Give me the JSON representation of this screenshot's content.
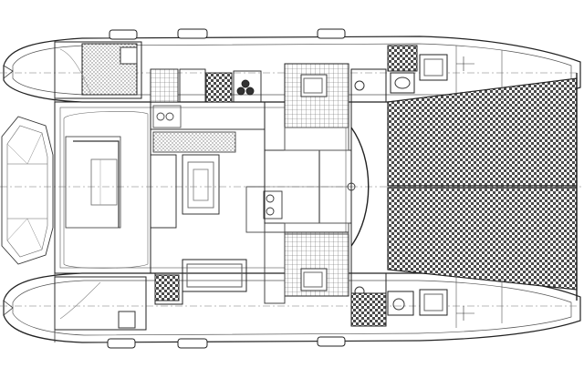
{
  "drawing": {
    "line_color": "#222222",
    "light_line_color": "#6b6b6b",
    "hatch_color": "#555555",
    "paper_color": "#ffffff",
    "rooms": [
      {
        "id": "aft-cabin-port"
      },
      {
        "id": "forward-cabin-port"
      },
      {
        "id": "galley"
      },
      {
        "id": "saloon"
      },
      {
        "id": "cockpit"
      },
      {
        "id": "aft-cabin-starboard"
      },
      {
        "id": "forward-cabin-starboard"
      },
      {
        "id": "head-port"
      },
      {
        "id": "head-starboard"
      }
    ],
    "trampolines": 2,
    "hatches": 8
  }
}
